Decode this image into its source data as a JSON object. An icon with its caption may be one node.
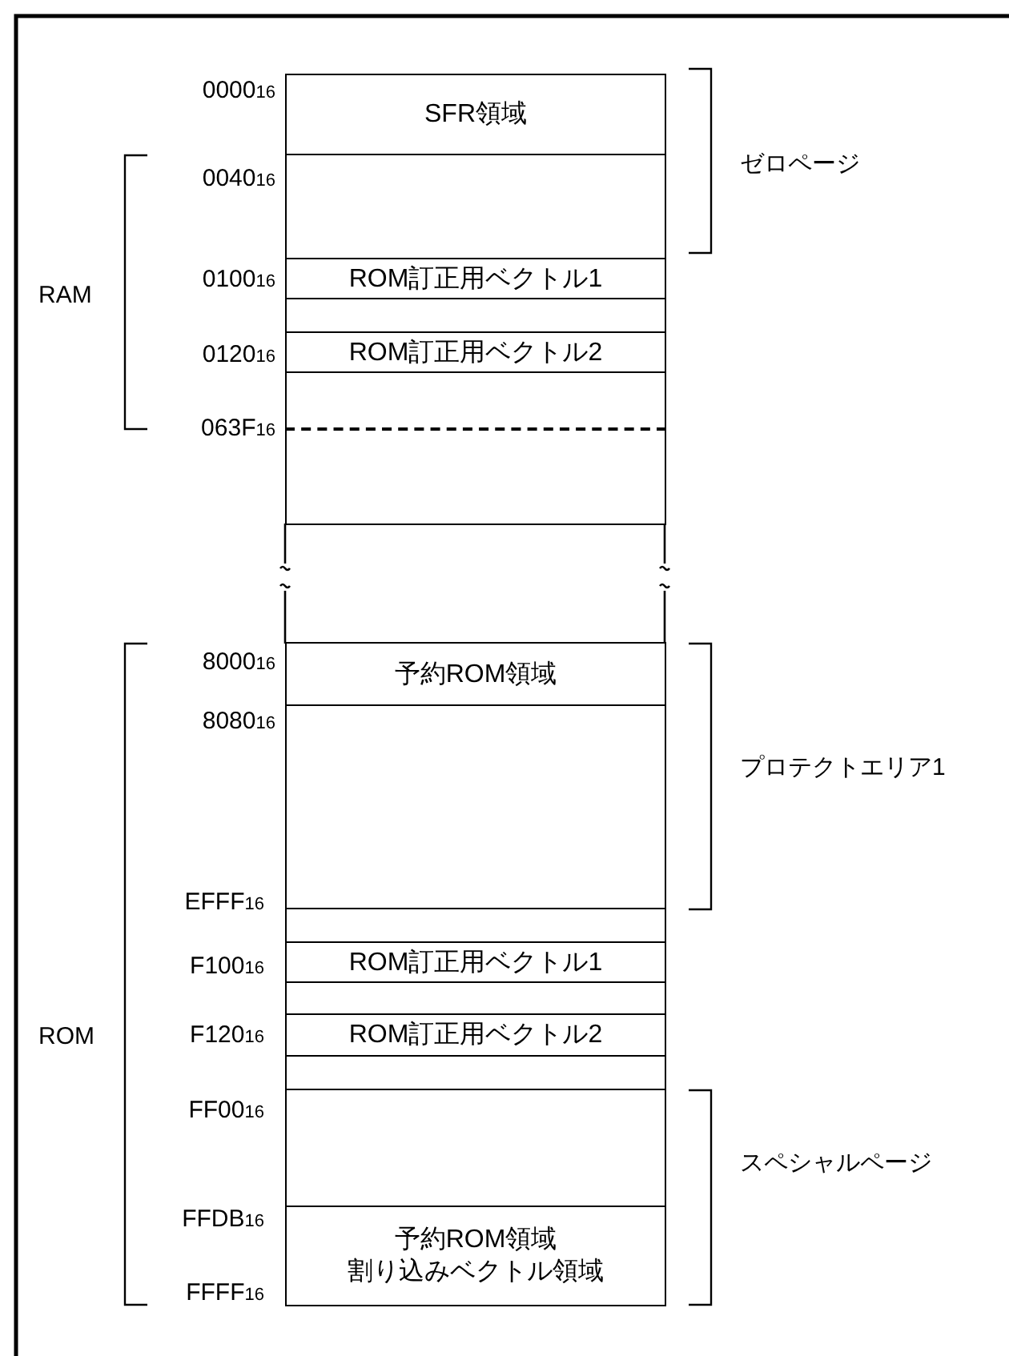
{
  "diagram": {
    "nodes": [
      {
        "text": [
          "SFR領域"
        ]
      },
      {
        "text": [],
        "shape": "box"
      },
      {
        "text": [
          "ROM訂正用ベクトル1"
        ]
      },
      {
        "text": [],
        "shape": "box"
      },
      {
        "text": [
          "ROM訂正用ベクトル2"
        ]
      },
      {
        "text": [],
        "shape": "box"
      },
      {
        "text": [],
        "shape": "box"
      },
      {
        "text": [
          "予約ROM領域"
        ]
      },
      {
        "text": [],
        "shape": "box"
      },
      {
        "text": [],
        "shape": "box"
      },
      {
        "text": [
          "ROM訂正用ベクトル1"
        ]
      },
      {
        "text": [],
        "shape": "box"
      },
      {
        "text": [
          "ROM訂正用ベクトル2"
        ]
      },
      {
        "text": [],
        "shape": "box"
      },
      {
        "text": [],
        "shape": "box"
      },
      {
        "text": [
          "予約ROM領域",
          "割り込みベクトル領域"
        ]
      }
    ],
    "labels": [
      "0000$_{16}$",
      "ゼロページ",
      "0040$_{16}$",
      "RAM",
      "0100$_{16}$",
      "0120$_{16}$",
      "063F$_{16}$",
      "8000$_{16}$",
      "8080$_{16}$",
      "プロテクトエリア1",
      "EFFF$_{16}$",
      "F100$_{16}$",
      "ROM",
      "F120$_{16}$",
      "FF00$_{16}$",
      "スペシャルページ",
      "FFDB$_{16}$",
      "FFFF$_{16}$"
    ]
  }
}
